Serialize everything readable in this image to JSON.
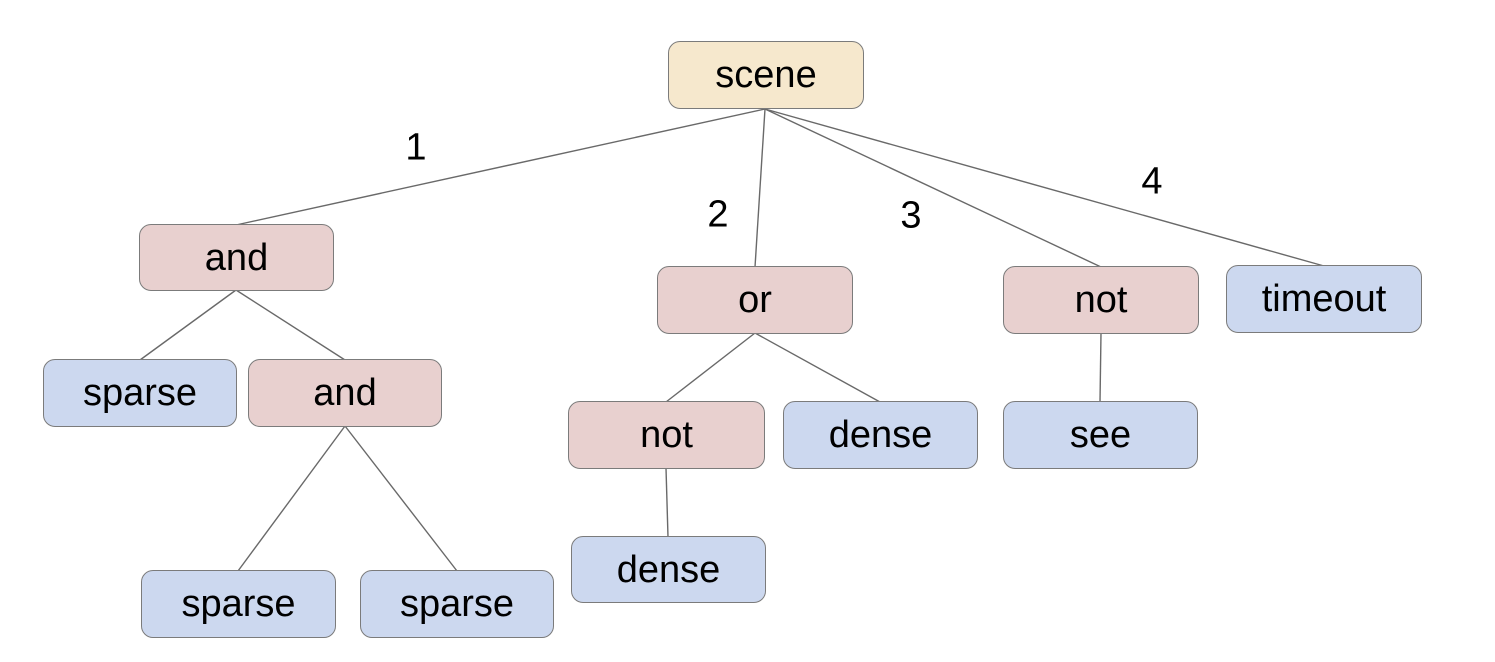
{
  "diagram": {
    "type": "tree",
    "root": "scene",
    "colors": {
      "root_fill": "#f6e8cd",
      "operator_fill": "#e8d0cf",
      "leaf_fill": "#ccd8ef",
      "node_border": "#7b7b7b",
      "edge_line": "#696969",
      "text": "#000000",
      "background": "#ffffff"
    }
  },
  "nodes": [
    {
      "id": "scene",
      "label": "scene",
      "kind": "root"
    },
    {
      "id": "and-1",
      "label": "and",
      "kind": "operator"
    },
    {
      "id": "or-1",
      "label": "or",
      "kind": "operator"
    },
    {
      "id": "not-1",
      "label": "not",
      "kind": "operator"
    },
    {
      "id": "timeout",
      "label": "timeout",
      "kind": "leaf"
    },
    {
      "id": "sparse-1",
      "label": "sparse",
      "kind": "leaf"
    },
    {
      "id": "and-2",
      "label": "and",
      "kind": "operator"
    },
    {
      "id": "not-2",
      "label": "not",
      "kind": "operator"
    },
    {
      "id": "dense-1",
      "label": "dense",
      "kind": "leaf"
    },
    {
      "id": "see",
      "label": "see",
      "kind": "leaf"
    },
    {
      "id": "sparse-2",
      "label": "sparse",
      "kind": "leaf"
    },
    {
      "id": "sparse-3",
      "label": "sparse",
      "kind": "leaf"
    },
    {
      "id": "dense-2",
      "label": "dense",
      "kind": "leaf"
    }
  ],
  "edges": [
    {
      "from": "scene",
      "to": "and-1",
      "label": "1"
    },
    {
      "from": "scene",
      "to": "or-1",
      "label": "2"
    },
    {
      "from": "scene",
      "to": "not-1",
      "label": "3"
    },
    {
      "from": "scene",
      "to": "timeout",
      "label": "4"
    },
    {
      "from": "and-1",
      "to": "sparse-1",
      "label": ""
    },
    {
      "from": "and-1",
      "to": "and-2",
      "label": ""
    },
    {
      "from": "and-2",
      "to": "sparse-2",
      "label": ""
    },
    {
      "from": "and-2",
      "to": "sparse-3",
      "label": ""
    },
    {
      "from": "or-1",
      "to": "not-2",
      "label": ""
    },
    {
      "from": "or-1",
      "to": "dense-1",
      "label": ""
    },
    {
      "from": "not-2",
      "to": "dense-2",
      "label": ""
    },
    {
      "from": "not-1",
      "to": "see",
      "label": ""
    }
  ]
}
